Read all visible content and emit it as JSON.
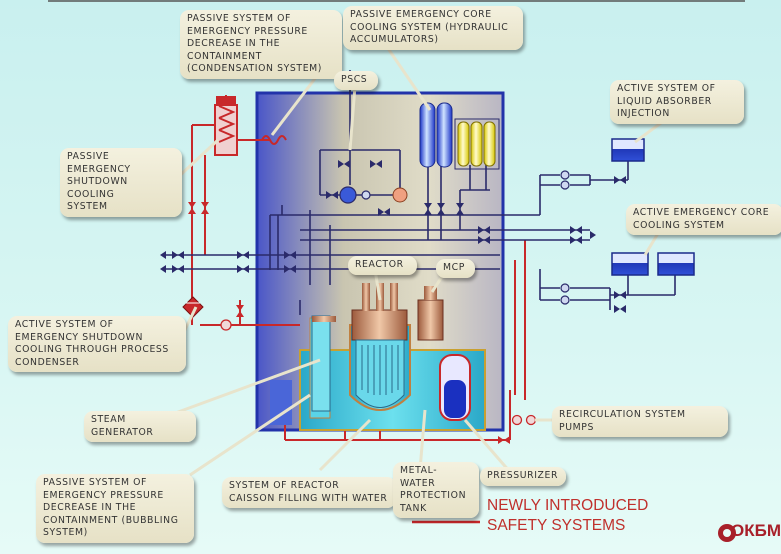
{
  "labels": {
    "condensation": "PASSIVE SYSTEM OF\nEMERGENCY PRESSURE\nDECREASE IN THE\nCONTAINMENT\n(CONDENSATION SYSTEM)",
    "hydraulic": "PASSIVE EMERGENCY CORE\nCOOLING SYSTEM    (HYDRAULIC\nACCUMULATORS)",
    "pscs": "PSCS",
    "liquid_absorber": "ACTIVE SYSTEM OF\nLIQUID ABSORBER\nINJECTION",
    "shutdown_cooling": "PASSIVE\nEMERGENCY\nSHUTDOWN COOLING\nSYSTEM",
    "active_core_cooling": "ACTIVE EMERGENCY CORE\nCOOLING SYSTEM",
    "reactor": "REACTOR",
    "mcp": "MCP",
    "process_condenser": "ACTIVE SYSTEM OF\nEMERGENCY SHUTDOWN\nCOOLING THROUGH PROCESS\nCONDENSER",
    "steam_generator": "STEAM\nGENERATOR",
    "recirculation": "RECIRCULATION SYSTEM\nPUMPS",
    "bubbling": "PASSIVE SYSTEM OF\nEMERGENCY PRESSURE\nDECREASE IN THE\nCONTAINMENT   (BUBBLING\nSYSTEM)",
    "caisson": "SYSTEM OF REACTOR\nCAISSON FILLING WITH WATER",
    "metal_water": "METAL-\nWATER\nPROTECTION\nTANK",
    "pressurizer": "PRESSURIZER"
  },
  "legend": {
    "text": "NEWLY INTRODUCED\nSAFETY SYSTEMS",
    "color": "#d0302a"
  },
  "logo": "ОКБМ",
  "colors": {
    "new_system_line": "#c8282a",
    "pipe": "#2a2a6a",
    "containment": "#2233aa",
    "water": "#3cc6dc"
  }
}
